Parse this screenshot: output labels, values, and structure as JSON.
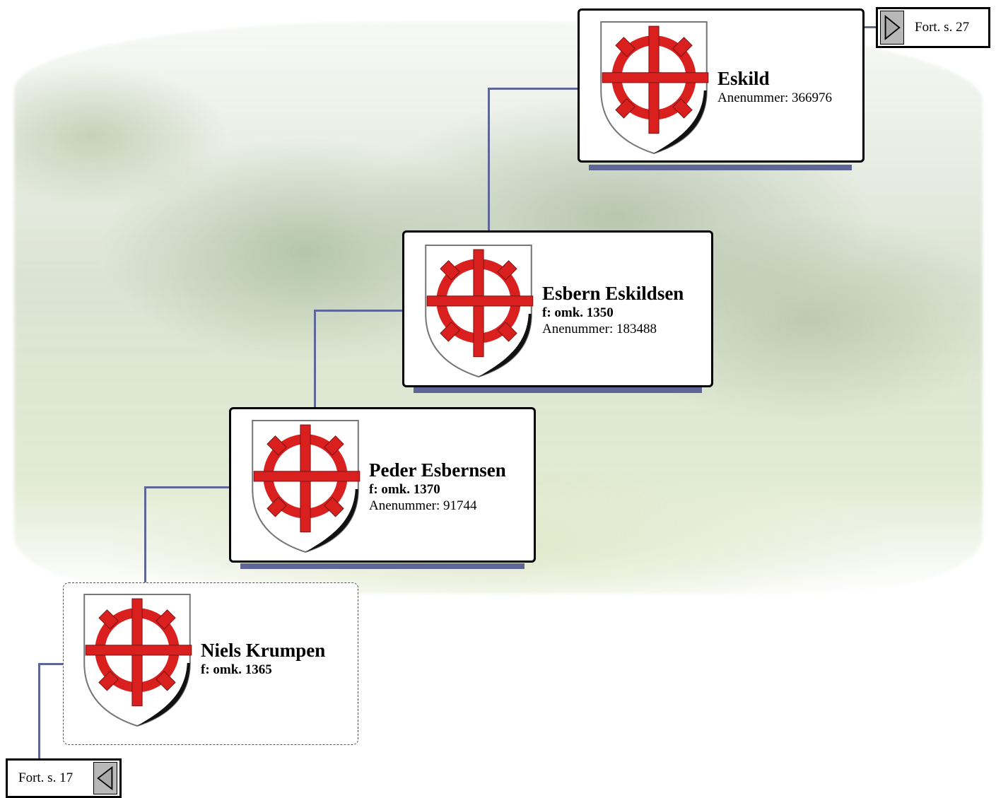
{
  "people": [
    {
      "name": "Eskild",
      "born": "",
      "anenummer": "Anenummer: 366976"
    },
    {
      "name": "Esbern Eskildsen",
      "born": "f: omk. 1350",
      "anenummer": "Anenummer: 183488"
    },
    {
      "name": "Peder Esbernsen",
      "born": "f: omk. 1370",
      "anenummer": "Anenummer: 91744"
    },
    {
      "name": "Niels Krumpen",
      "born": "f: omk. 1365",
      "anenummer": ""
    }
  ],
  "continuation": {
    "next_page": "Fort. s. 27",
    "prev_page": "Fort. s. 17"
  },
  "icons": {
    "crest": "coat-of-arms-icon",
    "next": "triangle-right-icon",
    "prev": "triangle-left-icon"
  },
  "colors": {
    "connector": "#5d6694",
    "crest_red": "#d9201e"
  }
}
